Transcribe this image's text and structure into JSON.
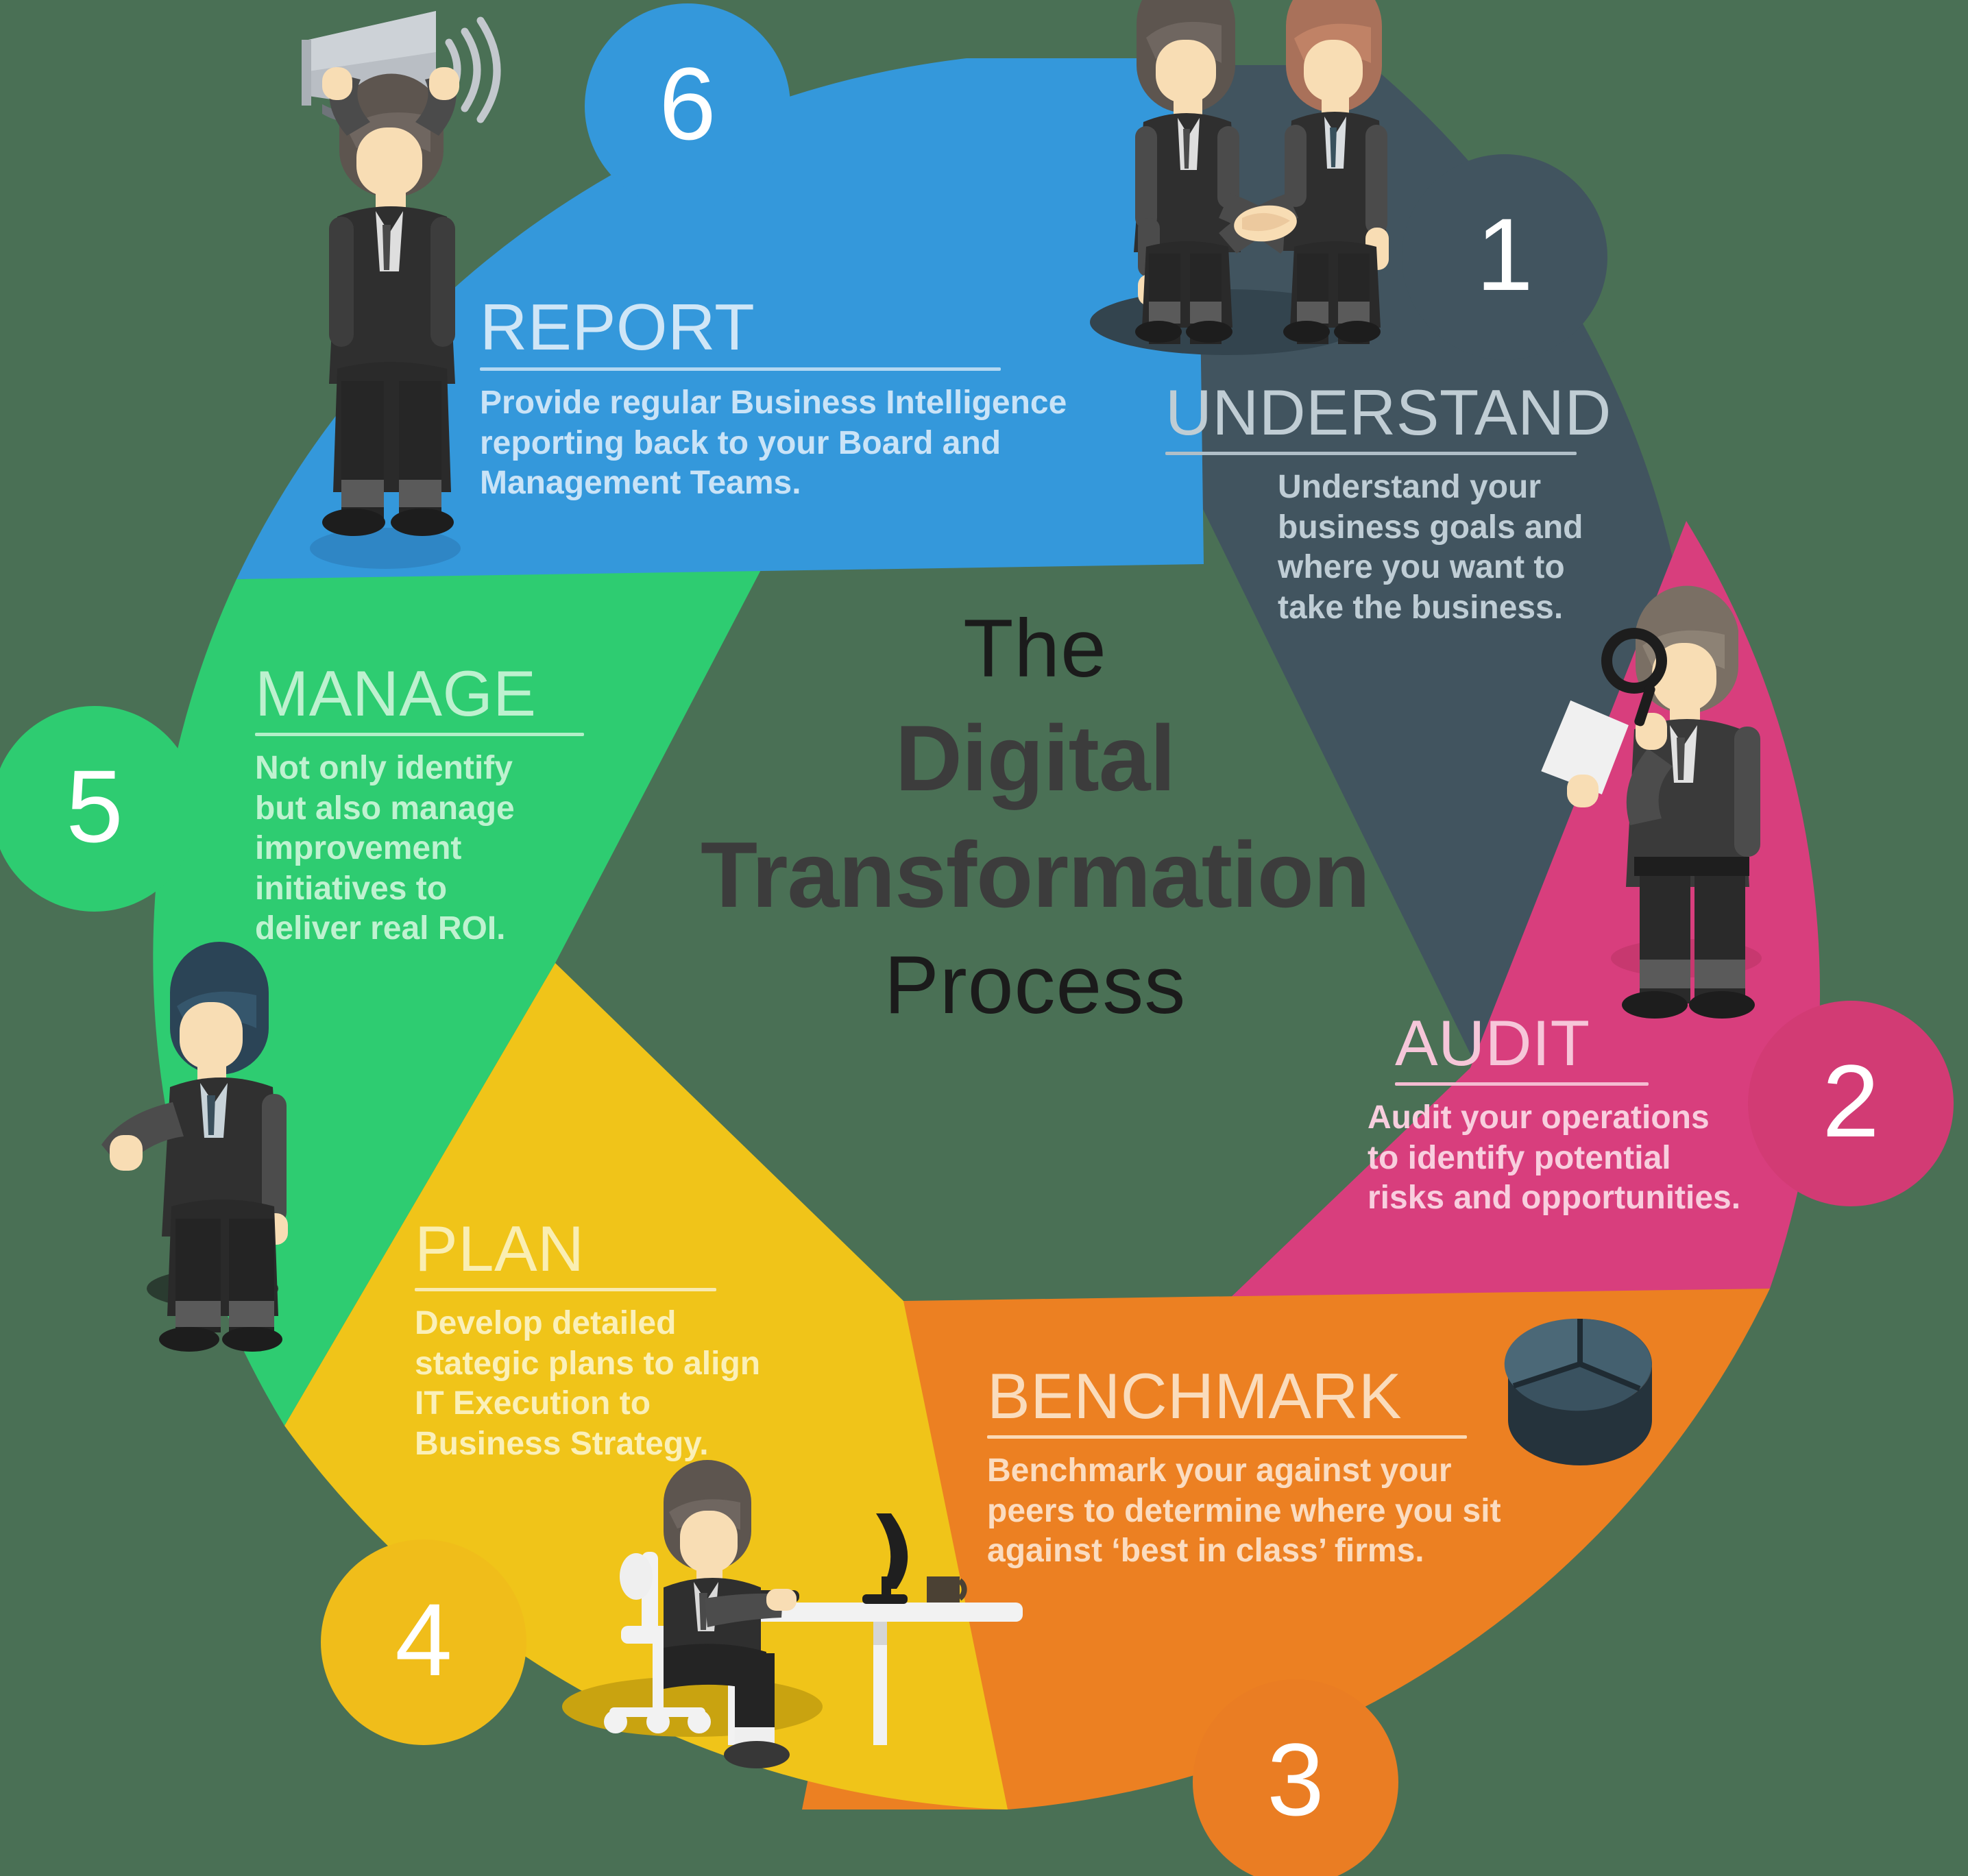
{
  "center": {
    "line1": "The",
    "line2": "Digital",
    "line3": "Transformation",
    "line4": "Process"
  },
  "colors": {
    "background": "#4a7055",
    "understand": "#41545f",
    "audit": "#d83e7d",
    "benchmark": "#ec8022",
    "plan": "#f0c419",
    "manage": "#2ecc71",
    "report": "#3498db",
    "center_dark": "#3c3c3c",
    "center_light": "#1b1b1b"
  },
  "segments": [
    {
      "number": "1",
      "title": "UNDERSTAND",
      "body": "Understand your business goals and where you want to take the business.",
      "color": "#41545f",
      "badge_color": "#41545f",
      "icon": "handshake-illustration"
    },
    {
      "number": "2",
      "title": "AUDIT",
      "body": "Audit your operations to identify potential risks and opportunities.",
      "color": "#d83e7d",
      "badge_color": "#d23b74",
      "icon": "magnifier-person-illustration"
    },
    {
      "number": "3",
      "title": "BENCHMARK",
      "body": "Benchmark your against your peers to determine  where you sit against ‘best in class’ firms.",
      "color": "#ec8022",
      "badge_color": "#ea7d23",
      "icon": "pie-chart-icon"
    },
    {
      "number": "4",
      "title": "PLAN",
      "body": "Develop detailed stategic plans to align IT Execution to Business Strategy.",
      "color": "#f0c419",
      "badge_color": "#f0bd1a",
      "icon": "desk-worker-illustration"
    },
    {
      "number": "5",
      "title": "MANAGE",
      "body": "Not only identify but also manage improvement initiatives to deliver real ROI.",
      "color": "#2ecc71",
      "badge_color": "#2ecc71",
      "icon": "standing-person-illustration"
    },
    {
      "number": "6",
      "title": "REPORT",
      "body": "Provide regular Business Intelligence reporting back to your Board and Management Teams.",
      "color": "#3498db",
      "badge_color": "#3498db",
      "icon": "megaphone-person-illustration"
    }
  ],
  "report_lines": [
    "Provide regular Business Intelligence",
    "reporting back to your Board and",
    "Management Teams."
  ],
  "understand_lines": [
    "Understand your",
    "business goals and",
    "where you want to",
    "take the business."
  ],
  "audit_lines": [
    "Audit your operations",
    "to identify potential",
    "risks and opportunities."
  ],
  "benchmark_lines": [
    "Benchmark your against your",
    "peers to determine  where you sit",
    "against ‘best in class’ firms."
  ],
  "plan_lines": [
    "Develop detailed",
    "stategic plans to align",
    "IT Execution to",
    "Business Strategy."
  ],
  "manage_lines": [
    "Not only identify",
    "but also manage",
    "improvement",
    "initiatives to",
    "deliver real ROI."
  ]
}
